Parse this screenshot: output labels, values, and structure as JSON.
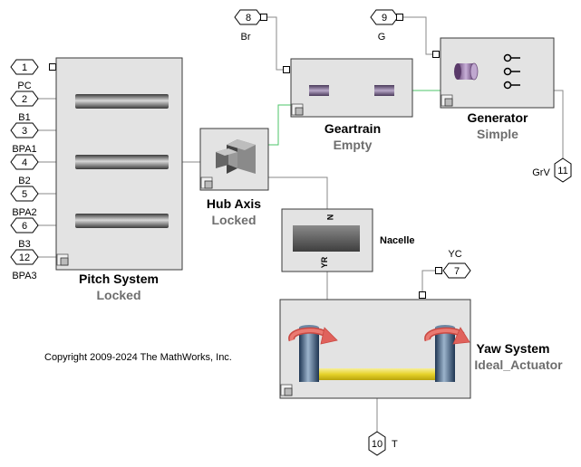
{
  "blocks": {
    "pitch_system": {
      "title": "Pitch System",
      "subtitle": "Locked"
    },
    "hub_axis": {
      "title": "Hub Axis",
      "subtitle": "Locked"
    },
    "geartrain": {
      "title": "Geartrain",
      "subtitle": "Empty"
    },
    "generator": {
      "title": "Generator",
      "subtitle": "Simple"
    },
    "nacelle": {
      "title": "Nacelle",
      "port_top": "N",
      "port_bottom": "YR"
    },
    "yaw_system": {
      "title": "Yaw System",
      "subtitle": "Ideal_Actuator"
    }
  },
  "ports": {
    "p1": {
      "num": "1",
      "label": "PC"
    },
    "p2": {
      "num": "2",
      "label": "B1"
    },
    "p3": {
      "num": "3",
      "label": "BPA1"
    },
    "p4": {
      "num": "4",
      "label": "B2"
    },
    "p5": {
      "num": "5",
      "label": "BPA2"
    },
    "p6": {
      "num": "6",
      "label": "B3"
    },
    "p12": {
      "num": "12",
      "label": "BPA3"
    },
    "p8": {
      "num": "8",
      "label": "Br"
    },
    "p9": {
      "num": "9",
      "label": "G"
    },
    "p11": {
      "num": "11",
      "label": "GrV"
    },
    "p7": {
      "num": "7",
      "label": "YC"
    },
    "p10": {
      "num": "10",
      "label": "T"
    }
  },
  "copyright": "Copyright 2009-2024 The MathWorks, Inc.",
  "colors": {
    "block_fill": "#e3e3e3",
    "block_stroke": "#3a3a3a",
    "wire_physical": "#8a8a8a",
    "wire_mech": "#4dc46a",
    "subtitle": "#6e6e6e",
    "arrow": "#e0625c",
    "shaft": "#3b5a78",
    "beam": "#e8d838"
  }
}
